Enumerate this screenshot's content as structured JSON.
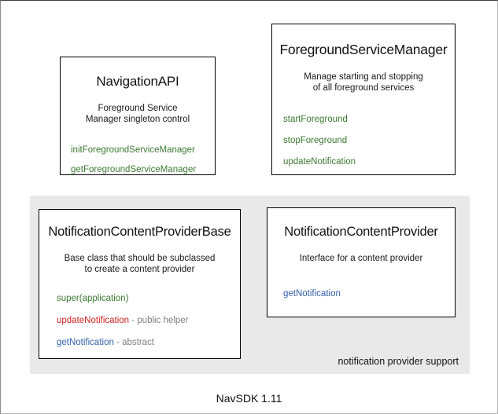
{
  "diagram": {
    "footer_version": "NavSDK 1.11",
    "group_panel": {
      "label": "notification provider support"
    },
    "boxes": {
      "navigation_api": {
        "title": "NavigationAPI",
        "description_line1": "Foreground Service",
        "description_line2": "Manager singleton control",
        "members": [
          {
            "name": "initForegroundServiceManager",
            "note": "",
            "color": "green"
          },
          {
            "name": "getForegroundServiceManager",
            "note": "",
            "color": "green"
          }
        ]
      },
      "foreground_service_manager": {
        "title": "ForegroundServiceManager",
        "description_line1": "Manage starting and stopping",
        "description_line2": "of all foreground services",
        "members": [
          {
            "name": "startForeground",
            "note": "",
            "color": "green"
          },
          {
            "name": "stopForeground",
            "note": "",
            "color": "green"
          },
          {
            "name": "updateNotification",
            "note": "",
            "color": "green"
          }
        ]
      },
      "notification_content_provider_base": {
        "title": "NotificationContentProviderBase",
        "description_line1": "Base class that should be subclassed",
        "description_line2": "to create a content provider",
        "members": [
          {
            "name": "super(application)",
            "note": "",
            "color": "green"
          },
          {
            "name": "updateNotification",
            "note": " - public helper",
            "color": "red"
          },
          {
            "name": "getNotification",
            "note": " - abstract",
            "color": "blue"
          }
        ]
      },
      "notification_content_provider": {
        "title": "NotificationContentProvider",
        "description_line1": "Interface for a content provider",
        "description_line2": "",
        "members": [
          {
            "name": "getNotification",
            "note": "",
            "color": "blue"
          }
        ]
      }
    }
  },
  "colors": {
    "method_green": "#3d7a33",
    "method_blue": "#3461ad",
    "method_red": "#cc2222",
    "note_gray": "#808080",
    "panel_background": "#e9e9e9",
    "box_border": "#000000"
  }
}
